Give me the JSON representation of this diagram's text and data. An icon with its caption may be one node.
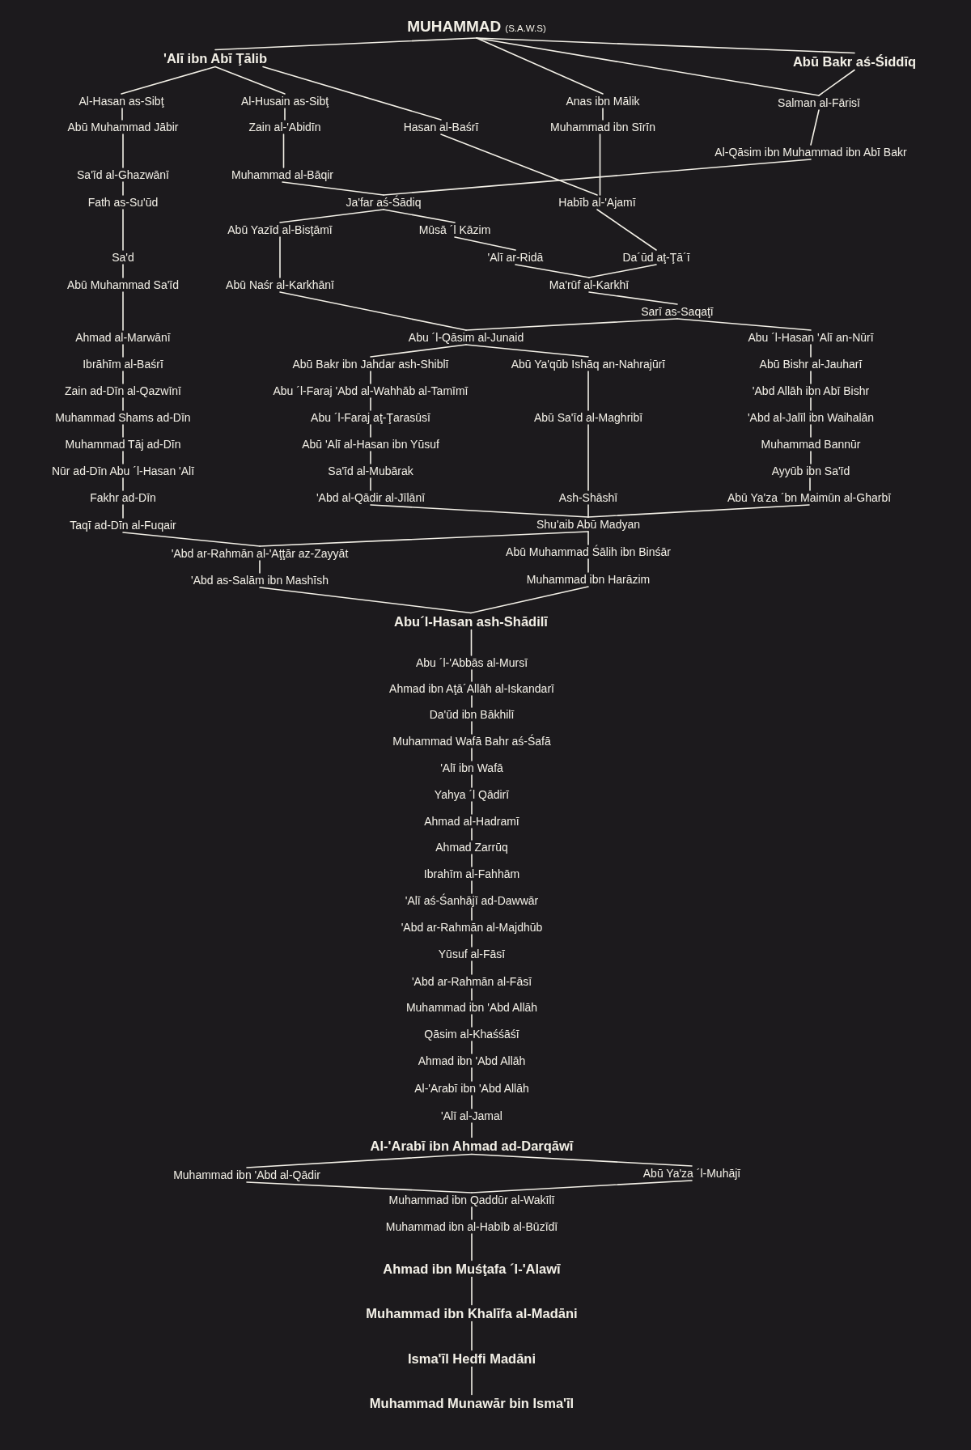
{
  "diagram": {
    "nodes": [
      {
        "text": [
          "MUHAMMAD",
          "(S.A.W.S)"
        ]
      },
      {
        "text": [
          "'Alī ibn Abī Ţālib"
        ]
      },
      {
        "text": [
          "Abū Bakr aś-Śiddīq"
        ]
      },
      {
        "text": [
          "Al-Hasan as-Sibţ"
        ]
      },
      {
        "text": [
          "Al-Husain as-Sibţ"
        ]
      },
      {
        "text": [
          "Anas ibn Mālik"
        ]
      },
      {
        "text": [
          "Salman al-Fārisī"
        ]
      },
      {
        "text": [
          "Abū Muhammad Jābir"
        ]
      },
      {
        "text": [
          "Zain al-'Abidīn"
        ]
      },
      {
        "text": [
          "Hasan al-Baśrī"
        ]
      },
      {
        "text": [
          "Muhammad ibn Sīrīn"
        ]
      },
      {
        "text": [
          "Al-Qāsim ibn Muhammad ibn Abī Bakr"
        ]
      },
      {
        "text": [
          "Sa'īd al-Ghazwānī"
        ]
      },
      {
        "text": [
          "Muhammad al-Bāqir"
        ]
      },
      {
        "text": [
          "Fath as-Su'ūd"
        ]
      },
      {
        "text": [
          "Ja'far aś-Śādiq"
        ]
      },
      {
        "text": [
          "Habīb al-'Ajamī"
        ]
      },
      {
        "text": [
          "Abū Yazīd al-Bisţāmī"
        ]
      },
      {
        "text": [
          "Mūsā ´l Kāzim"
        ]
      },
      {
        "text": [
          "Sa'd"
        ]
      },
      {
        "text": [
          "'Alī ar-Ridā"
        ]
      },
      {
        "text": [
          "Da´ūd aţ-Ţā´ī"
        ]
      },
      {
        "text": [
          "Abū Muhammad Sa'īd"
        ]
      },
      {
        "text": [
          "Abū Naśr al-Karkhānī"
        ]
      },
      {
        "text": [
          "Ma'rūf al-Karkhī"
        ]
      },
      {
        "text": [
          "Sarī as-Saqaţī"
        ]
      },
      {
        "text": [
          "Ahmad al-Marwānī"
        ]
      },
      {
        "text": [
          "Abu ´l-Qāsim al-Junaid"
        ]
      },
      {
        "text": [
          "Abu ´l-Hasan 'Alī an-Nūrī"
        ]
      },
      {
        "text": [
          "Ibrāhīm al-Baśrī"
        ]
      },
      {
        "text": [
          "Abū Bakr ibn Jahdar ash-Shiblī"
        ]
      },
      {
        "text": [
          "Abū Ya'qūb Ishāq an-Nahrajūrī"
        ]
      },
      {
        "text": [
          "Abū Bishr al-Jauharī"
        ]
      },
      {
        "text": [
          "Zain ad-Dīn al-Qazwīnī"
        ]
      },
      {
        "text": [
          "Abu ´l-Faraj 'Abd al-Wahhāb al-Tamīmī"
        ]
      },
      {
        "text": [
          "'Abd Allāh ibn Abī Bishr"
        ]
      },
      {
        "text": [
          "Muhammad Shams ad-Dīn"
        ]
      },
      {
        "text": [
          "Abu ´l-Faraj aţ-Ţarasūsī"
        ]
      },
      {
        "text": [
          "Abū Sa'īd al-Maghribī"
        ]
      },
      {
        "text": [
          "'Abd al-Jalīl ibn Waihalān"
        ]
      },
      {
        "text": [
          "Muhammad Tāj ad-Dīn"
        ]
      },
      {
        "text": [
          "Abū 'Alī al-Hasan ibn Yūsuf"
        ]
      },
      {
        "text": [
          "Muhammad Bannūr"
        ]
      },
      {
        "text": [
          "Nūr ad-Dīn Abu ´l-Hasan 'Alī"
        ]
      },
      {
        "text": [
          "Sa'īd al-Mubārak"
        ]
      },
      {
        "text": [
          "Ayyūb ibn Sa'īd"
        ]
      },
      {
        "text": [
          "Fakhr ad-Dīn"
        ]
      },
      {
        "text": [
          "'Abd al-Qādir al-Jīlānī"
        ]
      },
      {
        "text": [
          "Ash-Shāshī"
        ]
      },
      {
        "text": [
          "Abū Ya'za ´bn Maimūn al-Gharbī"
        ]
      },
      {
        "text": [
          "Taqī ad-Dīn al-Fuqair"
        ]
      },
      {
        "text": [
          "Shu'aib Abū Madyan"
        ]
      },
      {
        "text": [
          "'Abd ar-Rahmān al-'Aţţār az-Zayyāt"
        ]
      },
      {
        "text": [
          "Abū Muhammad Śālih ibn Binśār"
        ]
      },
      {
        "text": [
          "'Abd as-Salām ibn Mashīsh"
        ]
      },
      {
        "text": [
          "Muhammad ibn Harāzim"
        ]
      },
      {
        "text": [
          "Abu´l-Hasan ash-Shādilī"
        ]
      },
      {
        "text": [
          "Abu ´l-'Abbās al-Mursī"
        ]
      },
      {
        "text": [
          "Ahmad ibn Aţā´Allāh al-Iskandarī"
        ]
      },
      {
        "text": [
          "Da'ūd ibn Bākhilī"
        ]
      },
      {
        "text": [
          "Muhammad Wafā Bahr aś-Śafā"
        ]
      },
      {
        "text": [
          "'Alī ibn Wafā"
        ]
      },
      {
        "text": [
          "Yahya ´l Qādirī"
        ]
      },
      {
        "text": [
          "Ahmad al-Hadramī"
        ]
      },
      {
        "text": [
          "Ahmad Zarrūq"
        ]
      },
      {
        "text": [
          "Ibrahīm al-Fahhām"
        ]
      },
      {
        "text": [
          "'Alī aś-Śanhājī ad-Dawwār"
        ]
      },
      {
        "text": [
          "'Abd ar-Rahmān al-Majdhūb"
        ]
      },
      {
        "text": [
          "Yūsuf al-Fāsī"
        ]
      },
      {
        "text": [
          "'Abd ar-Rahmān al-Fāsī"
        ]
      },
      {
        "text": [
          "Muhammad ibn 'Abd Allāh"
        ]
      },
      {
        "text": [
          "Qāsim al-Khaśśāśī"
        ]
      },
      {
        "text": [
          "Ahmad ibn 'Abd Allāh"
        ]
      },
      {
        "text": [
          "Al-'Arabī ibn 'Abd Allāh"
        ]
      },
      {
        "text": [
          "'Alī al-Jamal"
        ]
      },
      {
        "text": [
          "Al-'Arabī ibn Ahmad ad-Darqāwī"
        ]
      },
      {
        "text": [
          "Muhammad ibn 'Abd al-Qādir"
        ]
      },
      {
        "text": [
          "Abū Ya'za ´l-Muhājī"
        ]
      },
      {
        "text": [
          "Muhammad ibn Qaddūr al-Wakīlī"
        ]
      },
      {
        "text": [
          "Muhammad ibn al-Habīb al-Būzīdī"
        ]
      },
      {
        "text": [
          "Ahmad ibn Muśţafa ´l-'Alawī"
        ]
      },
      {
        "text": [
          "Muhammad ibn Khalīfa al-Madāni"
        ]
      },
      {
        "text": [
          "Isma'īl Hedfi Madāni"
        ]
      },
      {
        "text": [
          "Muhammad Munawār bin Isma'īl"
        ]
      }
    ],
    "edges": [
      {
        "from": 0,
        "to": 1,
        "arrow": "none"
      },
      {
        "from": 0,
        "to": 5,
        "arrow": "none"
      },
      {
        "from": 0,
        "to": 6,
        "arrow": "none"
      },
      {
        "from": 0,
        "to": 2,
        "arrow": "none"
      },
      {
        "from": 1,
        "to": 3,
        "arrow": "none"
      },
      {
        "from": 1,
        "to": 4,
        "arrow": "none"
      },
      {
        "from": 1,
        "to": 9,
        "arrow": "none"
      },
      {
        "from": 2,
        "to": 6,
        "arrow": "none"
      },
      {
        "from": 3,
        "to": 7,
        "arrow": "none"
      },
      {
        "from": 4,
        "to": 8,
        "arrow": "none"
      },
      {
        "from": 5,
        "to": 10,
        "arrow": "none"
      },
      {
        "from": 6,
        "to": 11,
        "arrow": "none"
      },
      {
        "from": 7,
        "to": 12,
        "arrow": "none"
      },
      {
        "from": 8,
        "to": 13,
        "arrow": "none"
      },
      {
        "from": 9,
        "to": 16,
        "arrow": "none"
      },
      {
        "from": 10,
        "to": 16,
        "arrow": "none"
      },
      {
        "from": 11,
        "to": 15,
        "arrow": "none"
      },
      {
        "from": 12,
        "to": 14,
        "arrow": "none"
      },
      {
        "from": 13,
        "to": 15,
        "arrow": "none"
      },
      {
        "from": 14,
        "to": 19,
        "arrow": "none"
      },
      {
        "from": 15,
        "to": 17,
        "arrow": "none"
      },
      {
        "from": 15,
        "to": 18,
        "arrow": "none"
      },
      {
        "from": 16,
        "to": 21,
        "arrow": "none"
      },
      {
        "from": 17,
        "to": 23,
        "arrow": "none"
      },
      {
        "from": 18,
        "to": 20,
        "arrow": "none"
      },
      {
        "from": 19,
        "to": 22,
        "arrow": "none"
      },
      {
        "from": 20,
        "to": 24,
        "arrow": "none"
      },
      {
        "from": 21,
        "to": 24,
        "arrow": "none"
      },
      {
        "from": 22,
        "to": 26,
        "arrow": "none"
      },
      {
        "from": 23,
        "to": 27,
        "arrow": "none"
      },
      {
        "from": 24,
        "to": 25,
        "arrow": "none"
      },
      {
        "from": 25,
        "to": 27,
        "arrow": "none"
      },
      {
        "from": 25,
        "to": 28,
        "arrow": "none"
      },
      {
        "from": 26,
        "to": 29,
        "arrow": "none"
      },
      {
        "from": 27,
        "to": 30,
        "arrow": "none"
      },
      {
        "from": 27,
        "to": 31,
        "arrow": "none"
      },
      {
        "from": 28,
        "to": 32,
        "arrow": "none"
      },
      {
        "from": 29,
        "to": 33,
        "arrow": "none"
      },
      {
        "from": 30,
        "to": 34,
        "arrow": "none"
      },
      {
        "from": 31,
        "to": 38,
        "arrow": "none"
      },
      {
        "from": 32,
        "to": 35,
        "arrow": "none"
      },
      {
        "from": 33,
        "to": 36,
        "arrow": "none"
      },
      {
        "from": 34,
        "to": 37,
        "arrow": "none"
      },
      {
        "from": 35,
        "to": 39,
        "arrow": "none"
      },
      {
        "from": 36,
        "to": 40,
        "arrow": "none"
      },
      {
        "from": 37,
        "to": 41,
        "arrow": "none"
      },
      {
        "from": 38,
        "to": 48,
        "arrow": "none"
      },
      {
        "from": 39,
        "to": 42,
        "arrow": "none"
      },
      {
        "from": 40,
        "to": 43,
        "arrow": "none"
      },
      {
        "from": 41,
        "to": 44,
        "arrow": "none"
      },
      {
        "from": 42,
        "to": 45,
        "arrow": "none"
      },
      {
        "from": 43,
        "to": 46,
        "arrow": "none"
      },
      {
        "from": 44,
        "to": 47,
        "arrow": "none"
      },
      {
        "from": 45,
        "to": 49,
        "arrow": "none"
      },
      {
        "from": 46,
        "to": 50,
        "arrow": "none"
      },
      {
        "from": 47,
        "to": 51,
        "arrow": "none"
      },
      {
        "from": 48,
        "to": 51,
        "arrow": "none"
      },
      {
        "from": 49,
        "to": 51,
        "arrow": "none"
      },
      {
        "from": 50,
        "to": 52,
        "arrow": "none"
      },
      {
        "from": 51,
        "to": 52,
        "arrow": "none"
      },
      {
        "from": 51,
        "to": 53,
        "arrow": "none"
      },
      {
        "from": 52,
        "to": 54,
        "arrow": "none"
      },
      {
        "from": 53,
        "to": 55,
        "arrow": "none"
      },
      {
        "from": 54,
        "to": 56,
        "arrow": "none"
      },
      {
        "from": 55,
        "to": 56,
        "arrow": "none"
      },
      {
        "from": 56,
        "to": 57,
        "arrow": "none"
      },
      {
        "from": 57,
        "to": 58,
        "arrow": "none"
      },
      {
        "from": 58,
        "to": 59,
        "arrow": "none"
      },
      {
        "from": 59,
        "to": 60,
        "arrow": "none"
      },
      {
        "from": 60,
        "to": 61,
        "arrow": "none"
      },
      {
        "from": 61,
        "to": 62,
        "arrow": "none"
      },
      {
        "from": 62,
        "to": 63,
        "arrow": "none"
      },
      {
        "from": 63,
        "to": 64,
        "arrow": "none"
      },
      {
        "from": 64,
        "to": 65,
        "arrow": "none"
      },
      {
        "from": 65,
        "to": 66,
        "arrow": "none"
      },
      {
        "from": 66,
        "to": 67,
        "arrow": "none"
      },
      {
        "from": 67,
        "to": 68,
        "arrow": "none"
      },
      {
        "from": 68,
        "to": 69,
        "arrow": "none"
      },
      {
        "from": 69,
        "to": 70,
        "arrow": "none"
      },
      {
        "from": 70,
        "to": 71,
        "arrow": "none"
      },
      {
        "from": 71,
        "to": 72,
        "arrow": "none"
      },
      {
        "from": 72,
        "to": 73,
        "arrow": "none"
      },
      {
        "from": 73,
        "to": 74,
        "arrow": "none"
      },
      {
        "from": 74,
        "to": 75,
        "arrow": "none"
      },
      {
        "from": 75,
        "to": 76,
        "arrow": "none"
      },
      {
        "from": 75,
        "to": 77,
        "arrow": "none"
      },
      {
        "from": 76,
        "to": 78,
        "arrow": "none"
      },
      {
        "from": 77,
        "to": 78,
        "arrow": "none"
      },
      {
        "from": 78,
        "to": 79,
        "arrow": "none"
      },
      {
        "from": 79,
        "to": 80,
        "arrow": "none"
      },
      {
        "from": 80,
        "to": 81,
        "arrow": "none"
      },
      {
        "from": 81,
        "to": 82,
        "arrow": "none"
      },
      {
        "from": 82,
        "to": 83,
        "arrow": "none"
      }
    ]
  }
}
